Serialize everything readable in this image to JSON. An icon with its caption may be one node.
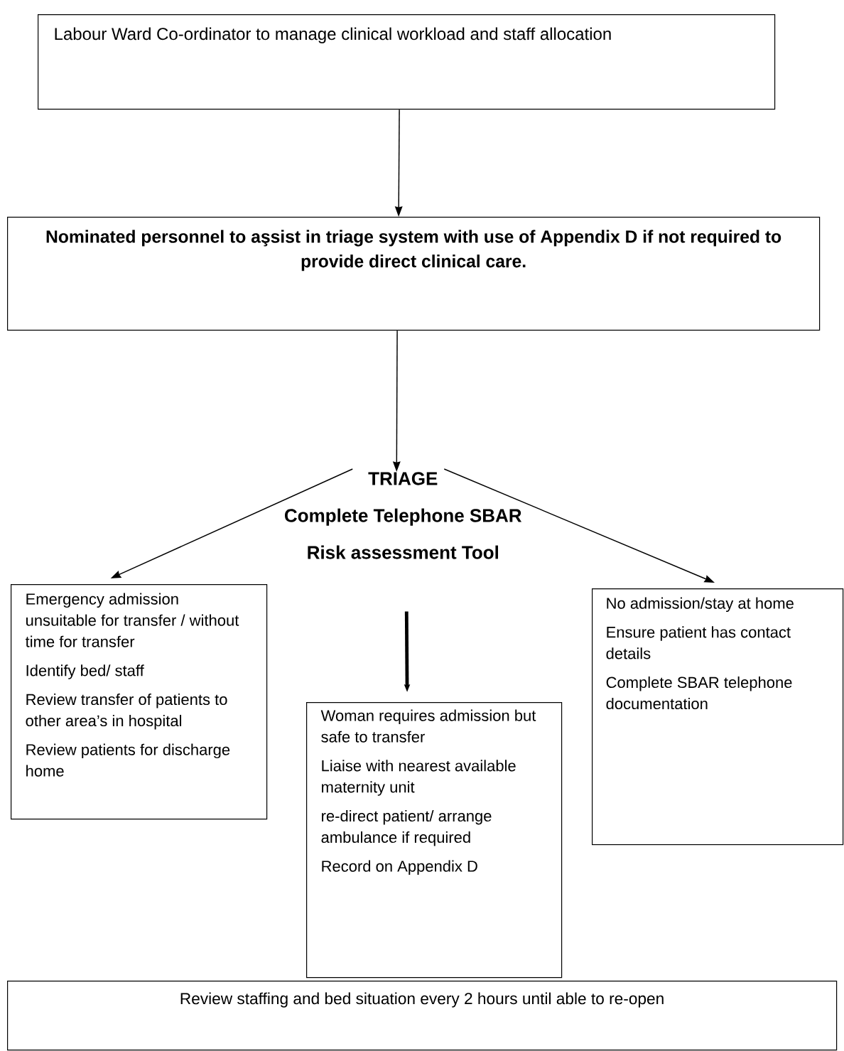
{
  "diagram": {
    "nodes": [
      {
        "text": [
          "Labour Ward Co-ordinator to manage clinical workload and staff allocation"
        ]
      },
      {
        "text": [
          "Nominated personnel to aşsist in triage system with use of Appendix D if not required to provide direct clinical care."
        ]
      },
      {
        "text": [
          "TRIAGE",
          "Complete Telephone SBAR",
          "Risk assessment Tool"
        ]
      },
      {
        "text": [
          "Emergency admission unsuitable for transfer / without time for transfer",
          "Identify bed/ staff",
          "Review transfer of patients to other area’s in hospital",
          "Review patients for discharge home"
        ]
      },
      {
        "text": [
          "Woman requires admission  but safe to transfer",
          "Liaise with nearest available maternity unit",
          "re-direct patient/ arrange ambulance if required",
          "Record  on Appendix D"
        ]
      },
      {
        "text": [
          "No admission/stay at home",
          "Ensure patient has contact details",
          "Complete SBAR telephone documentation"
        ]
      },
      {
        "text": [
          "Review staffing and bed situation every 2 hours until able to re-open"
        ]
      }
    ],
    "edges": [
      {
        "from": 0,
        "to": 1,
        "arrow": "to"
      },
      {
        "from": 1,
        "to": 2,
        "arrow": "to"
      },
      {
        "from": 2,
        "to": 3,
        "arrow": "to"
      },
      {
        "from": 2,
        "to": 4,
        "arrow": "to",
        "style": "thick"
      },
      {
        "from": 2,
        "to": 5,
        "arrow": "to"
      }
    ]
  }
}
